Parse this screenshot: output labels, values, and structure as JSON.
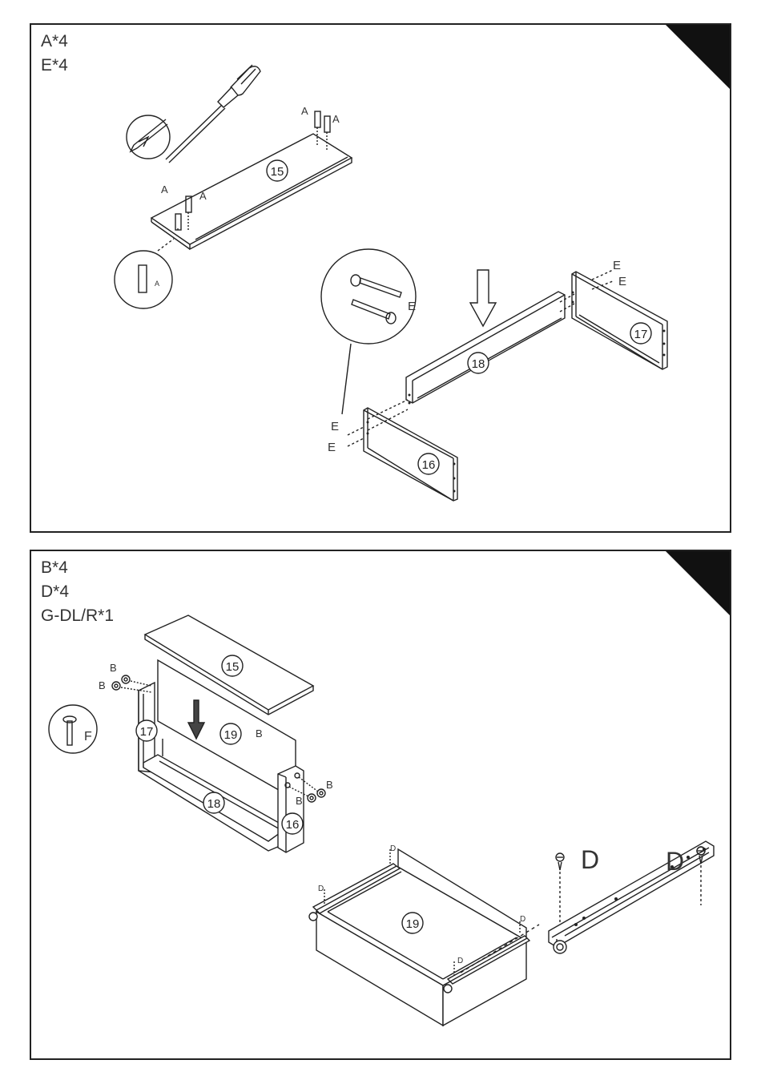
{
  "step1": {
    "parts": [
      "A*4",
      "E*4"
    ],
    "panels": {
      "p15": "15",
      "p16": "16",
      "p17": "17",
      "p18": "18"
    },
    "hardware_labels": {
      "a": "A",
      "e": "E"
    }
  },
  "step2": {
    "parts": [
      "B*4",
      "D*4",
      "G-DL/R*1"
    ],
    "panels": {
      "p15": "15",
      "p16": "16",
      "p17": "17",
      "p18": "18",
      "p19": "19"
    },
    "hardware_labels": {
      "b": "B",
      "d": "D",
      "f": "F"
    }
  }
}
